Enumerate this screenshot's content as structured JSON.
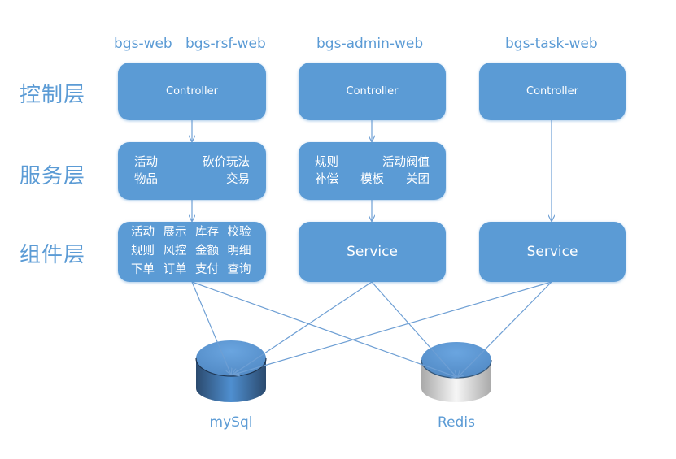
{
  "apps": [
    {
      "label": "bgs-web"
    },
    {
      "label": "bgs-rsf-web"
    },
    {
      "label": "bgs-admin-web"
    },
    {
      "label": "bgs-task-web"
    }
  ],
  "layers": {
    "control": "控制层",
    "service": "服务层",
    "component": "组件层"
  },
  "columns": [
    {
      "controller": "Controller",
      "service_items": [
        [
          "活动",
          "砍价玩法"
        ],
        [
          "物品",
          "交易"
        ]
      ],
      "component_items": [
        [
          "活动",
          "展示",
          "库存",
          "校验"
        ],
        [
          "规则",
          "风控",
          "金额",
          "明细"
        ],
        [
          "下单",
          "订单",
          "支付",
          "查询"
        ]
      ]
    },
    {
      "controller": "Controller",
      "service_items": [
        [
          "规则",
          "活动阀值"
        ],
        [
          "补偿",
          "模板",
          "关团"
        ]
      ],
      "component_label": "Service"
    },
    {
      "controller": "Controller",
      "component_label": "Service"
    }
  ],
  "databases": [
    {
      "name": "mySql",
      "style": "dark"
    },
    {
      "name": "Redis",
      "style": "light"
    }
  ],
  "colors": {
    "box_fill": "#5b9bd5",
    "label_text": "#5b9bd5",
    "connector": "#6e9fd4"
  }
}
